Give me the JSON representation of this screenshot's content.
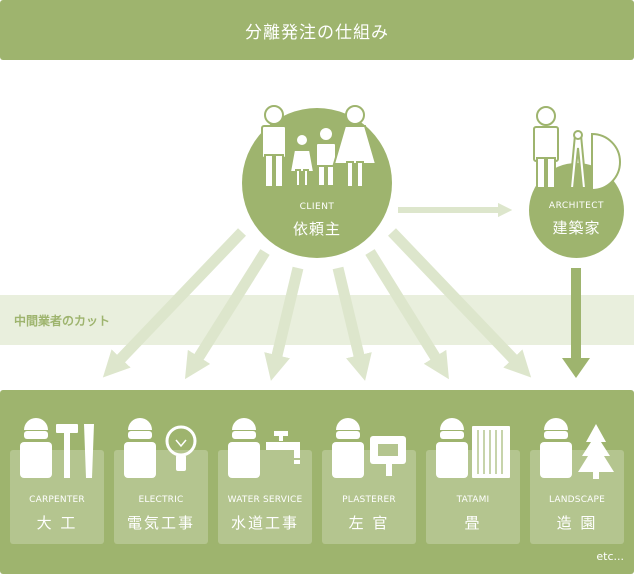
{
  "title": "分離発注の仕組み",
  "cut_label": "中間業者のカット",
  "client": {
    "en": "CLIENT",
    "ja": "依頼主"
  },
  "architect": {
    "en": "ARCHITECT",
    "ja": "建築家"
  },
  "trades": [
    {
      "en": "CARPENTER",
      "ja": "大 工",
      "icon": "hammer-saw-icon"
    },
    {
      "en": "ELECTRIC",
      "ja": "電気工事",
      "icon": "lightbulb-icon"
    },
    {
      "en": "WATER SERVICE",
      "ja": "水道工事",
      "icon": "faucet-icon"
    },
    {
      "en": "PLASTERER",
      "ja": "左 官",
      "icon": "trowel-icon"
    },
    {
      "en": "TATAMI",
      "ja": "畳",
      "icon": "tatami-icon"
    },
    {
      "en": "LANDSCAPE",
      "ja": "造 園",
      "icon": "tree-icon"
    }
  ],
  "etc": "etc...",
  "colors": {
    "primary": "#9eb46e",
    "light": "#e9efdd",
    "arrow": "#dde6cc",
    "box": "#b4c58f"
  }
}
